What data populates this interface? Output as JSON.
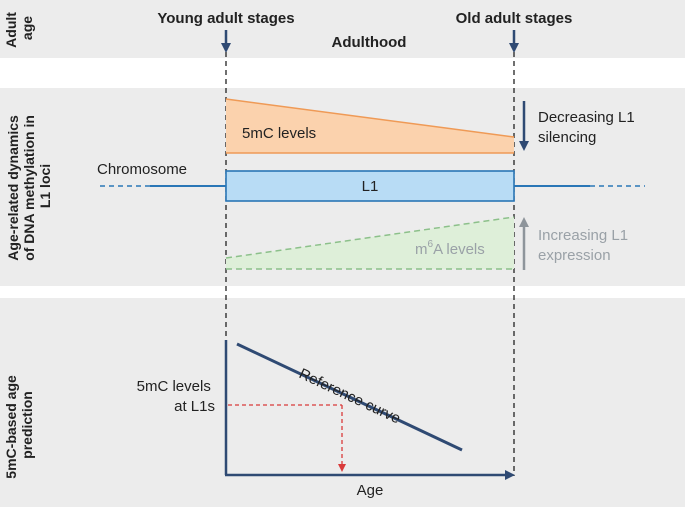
{
  "header": {
    "left_stage": "Young adult stages",
    "right_stage": "Old adult stages",
    "period": "Adulthood"
  },
  "rows": {
    "adult_age": [
      "Adult",
      "age"
    ],
    "dynamics": [
      "Age-related dynamics",
      "of DNA methylation in",
      "L1 loci"
    ],
    "prediction": [
      "5mC-based age",
      "prediction"
    ]
  },
  "dynamics": {
    "mc_label": "5mC levels",
    "chromosome_label": "Chromosome",
    "l1_label": "L1",
    "m6a_label_pre": "m",
    "m6a_label_sup": "6",
    "m6a_label_post": "A levels",
    "right_top": [
      "Decreasing L1",
      "silencing"
    ],
    "right_bottom": [
      "Increasing L1",
      "expression"
    ]
  },
  "prediction": {
    "ylabel": [
      "5mC levels",
      "at L1s"
    ],
    "xlabel": "Age",
    "curve_label": "Reference curve"
  },
  "colors": {
    "band": "#ececec",
    "orange_fill": "#fbd2ad",
    "orange_line": "#ef9a56",
    "l1_fill": "#b8dcf5",
    "l1_line": "#2a76b6",
    "green_fill": "#deefd9",
    "green_line": "#8cc08a",
    "navy": "#2f4a73",
    "gray_text": "#9aa1a7",
    "red": "#d93a3a"
  }
}
